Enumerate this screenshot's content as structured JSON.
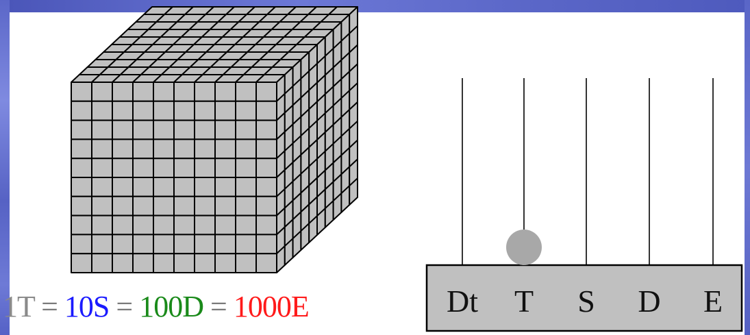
{
  "equation": {
    "t_term": "1T",
    "s_term": "10S",
    "d_term": "100D",
    "e_term": "1000E",
    "equals": "=",
    "colors": {
      "t": "#8a8a8a",
      "s": "#1a1aff",
      "d": "#1a8a1a",
      "e": "#ff1a1a"
    }
  },
  "abacus": {
    "rods": [
      {
        "label": "Dt",
        "beads": 0
      },
      {
        "label": "T",
        "beads": 1
      },
      {
        "label": "S",
        "beads": 0
      },
      {
        "label": "D",
        "beads": 0
      },
      {
        "label": "E",
        "beads": 0
      }
    ],
    "base_color": "#c0c0c0",
    "bead_color": "#a8a8a8"
  },
  "cube": {
    "divisions": 10,
    "face_color": "#c0c0c0"
  },
  "frame_color": "#5b67c8"
}
